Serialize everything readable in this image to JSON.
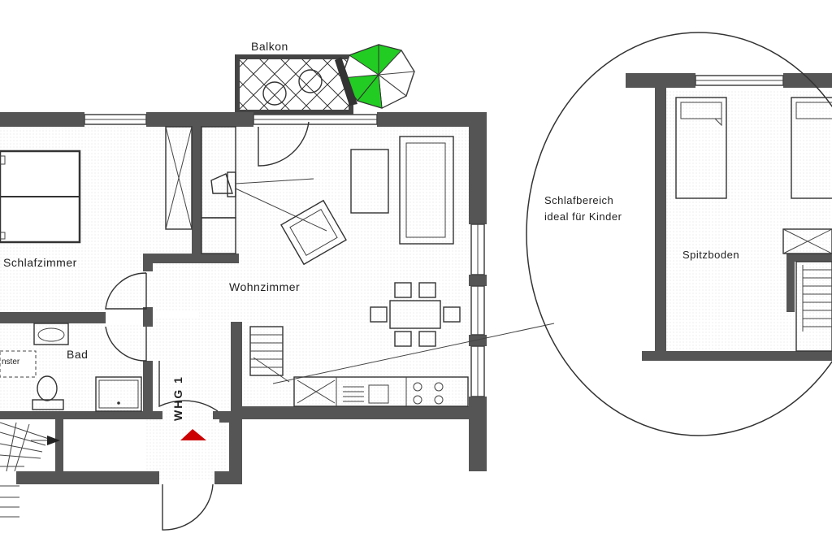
{
  "labels": {
    "balkon": "Balkon",
    "schlafzimmer": "Schlafzimmer",
    "wohnzimmer": "Wohnzimmer",
    "bad": "Bad",
    "fenster": "nster",
    "unit": "WHG 1",
    "schlafbereich_line1": "Schlafbereich",
    "schlafbereich_line2": "ideal für Kinder",
    "spitzboden": "Spitzboden"
  },
  "colors": {
    "wall": "#555555",
    "umbrella_green": "#22cc22",
    "entrance_marker": "#cc0000",
    "floor_dots": "#d8d8d8"
  },
  "icons": {
    "umbrella": "parasol-icon",
    "entrance": "entrance-triangle-icon",
    "stairs": "stairs-icon"
  }
}
